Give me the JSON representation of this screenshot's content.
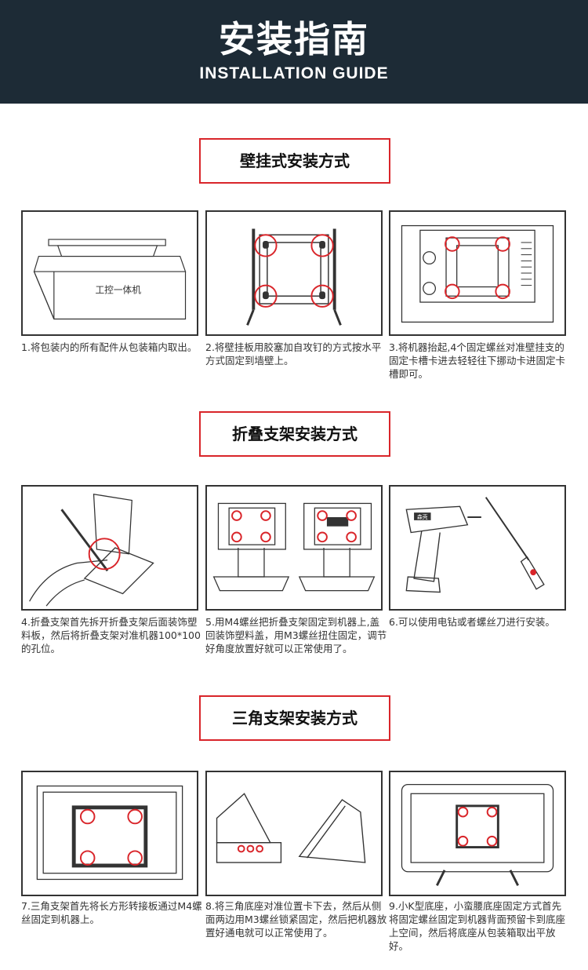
{
  "header": {
    "title": "安装指南",
    "subtitle": "INSTALLATION GUIDE"
  },
  "sections": [
    {
      "title": "壁挂式安装方式",
      "steps": [
        {
          "box_label": "工控一体机",
          "caption": "1.将包装内的所有配件从包装箱内取出。"
        },
        {
          "caption": "2.将壁挂板用胶塞加自攻钉的方式按水平方式固定到墙壁上。"
        },
        {
          "caption": "3.将机器抬起,4个固定螺丝对准壁挂支的固定卡槽卡进去轻轻往下挪动卡进固定卡槽即可。"
        }
      ]
    },
    {
      "title": "折叠支架安装方式",
      "steps": [
        {
          "caption": "4.折叠支架首先拆开折叠支架后面装饰塑料板，然后将折叠支架对准机器100*100的孔位。"
        },
        {
          "caption": "5.用M4螺丝把折叠支架固定到机器上,盖回装饰塑料盖，用M3螺丝扭住固定，调节好角度放置好就可以正常使用了。"
        },
        {
          "drill_label": "森壳",
          "caption": "6.可以使用电钻或者螺丝刀进行安装。"
        }
      ]
    },
    {
      "title": "三角支架安装方式",
      "steps": [
        {
          "caption": "7.三角支架首先将长方形转接板通过M4螺丝固定到机器上。"
        },
        {
          "caption": "8.将三角底座对准位置卡下去，然后从侧面两边用M3螺丝锁紧固定，然后把机器放置好通电就可以正常使用了。"
        },
        {
          "caption": "9.小K型底座，小蛮腰底座固定方式首先将固定螺丝固定到机器背面预留卡到底座上空间，然后将底座从包装箱取出平放好。"
        }
      ]
    }
  ],
  "colors": {
    "header_bg": "#1d2b36",
    "accent": "#d9252a",
    "line": "#333333"
  }
}
